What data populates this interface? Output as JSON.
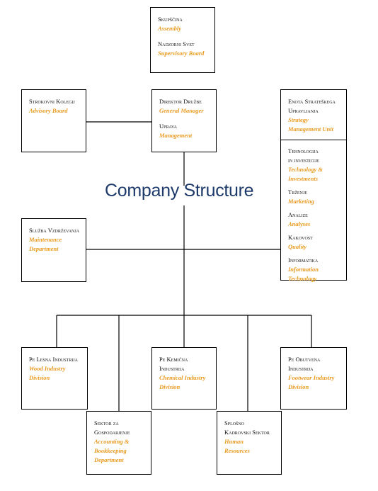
{
  "title": "Company Structure",
  "assembly": {
    "items": [
      {
        "sl": "Skupščina",
        "en": "Assembly"
      },
      {
        "sl": "Nadzorni Svet",
        "en": "Supervisory Board"
      }
    ]
  },
  "advisory": {
    "sl": "Strokovni Kolegij",
    "en": "Advisory Board"
  },
  "director": {
    "items": [
      {
        "sl": "Direktor Družbe",
        "en": "General Manager"
      },
      {
        "sl": "Uprava",
        "en": "Management"
      }
    ]
  },
  "strategy": {
    "head": {
      "sl": [
        "Enota Strateškega",
        "Upravljanja"
      ],
      "en": [
        "Strategy",
        "Management Unit"
      ]
    },
    "items": [
      {
        "sl": [
          "Tehnologija",
          "in investicije"
        ],
        "en": [
          "Technology &",
          "Investments"
        ]
      },
      {
        "sl": [
          "Trženje"
        ],
        "en": [
          "Marketing"
        ]
      },
      {
        "sl": [
          "Analize"
        ],
        "en": [
          "Analyses"
        ]
      },
      {
        "sl": [
          "Kakovost"
        ],
        "en": [
          "Quality"
        ]
      },
      {
        "sl": [
          "Informatika"
        ],
        "en": [
          "Information",
          "Technology"
        ]
      }
    ]
  },
  "maintenance": {
    "sl": "Služba Vzdrževanja",
    "en": [
      "Maintenance",
      "Department"
    ]
  },
  "wood": {
    "sl": "Pe Lesna Industrija",
    "en": [
      "Wood Industry",
      "Division"
    ]
  },
  "chemical": {
    "sl": [
      "Pe Kemična",
      "Industrija"
    ],
    "en": [
      "Chemical Industry",
      "Division"
    ]
  },
  "footwear": {
    "sl": [
      "Pe Obutvena",
      "Industrija"
    ],
    "en": [
      "Footwear Industry",
      "Division"
    ]
  },
  "accounting": {
    "sl": [
      "Sektor za",
      "Gospodarjenje"
    ],
    "en": [
      "Accounting &",
      "Bookkeeping",
      "Department"
    ]
  },
  "hr": {
    "sl": [
      "Splošno",
      "Kadrovski Sektor"
    ],
    "en": [
      "Human",
      "Resources"
    ]
  }
}
